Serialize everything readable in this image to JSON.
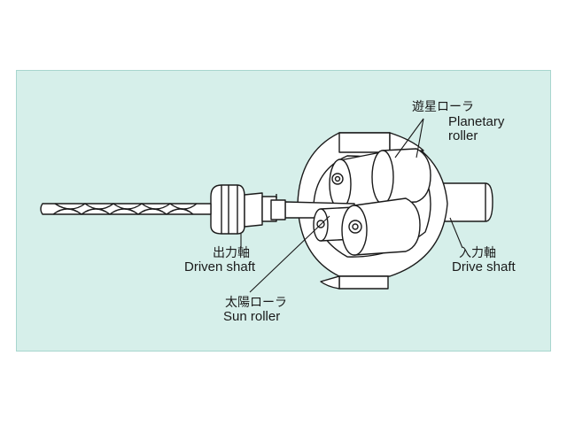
{
  "labels": {
    "planetary_jp": "遊星ローラ",
    "planetary_en_1": "Planetary",
    "planetary_en_2": "roller",
    "driven_jp": "出力軸",
    "driven_en": "Driven shaft",
    "drive_jp": "入力軸",
    "drive_en": "Drive shaft",
    "sun_jp": "太陽ローラ",
    "sun_en": "Sun roller"
  },
  "colors": {
    "background": "#d6efea",
    "outline": "#1a1a1a",
    "body": "#ffffff"
  }
}
